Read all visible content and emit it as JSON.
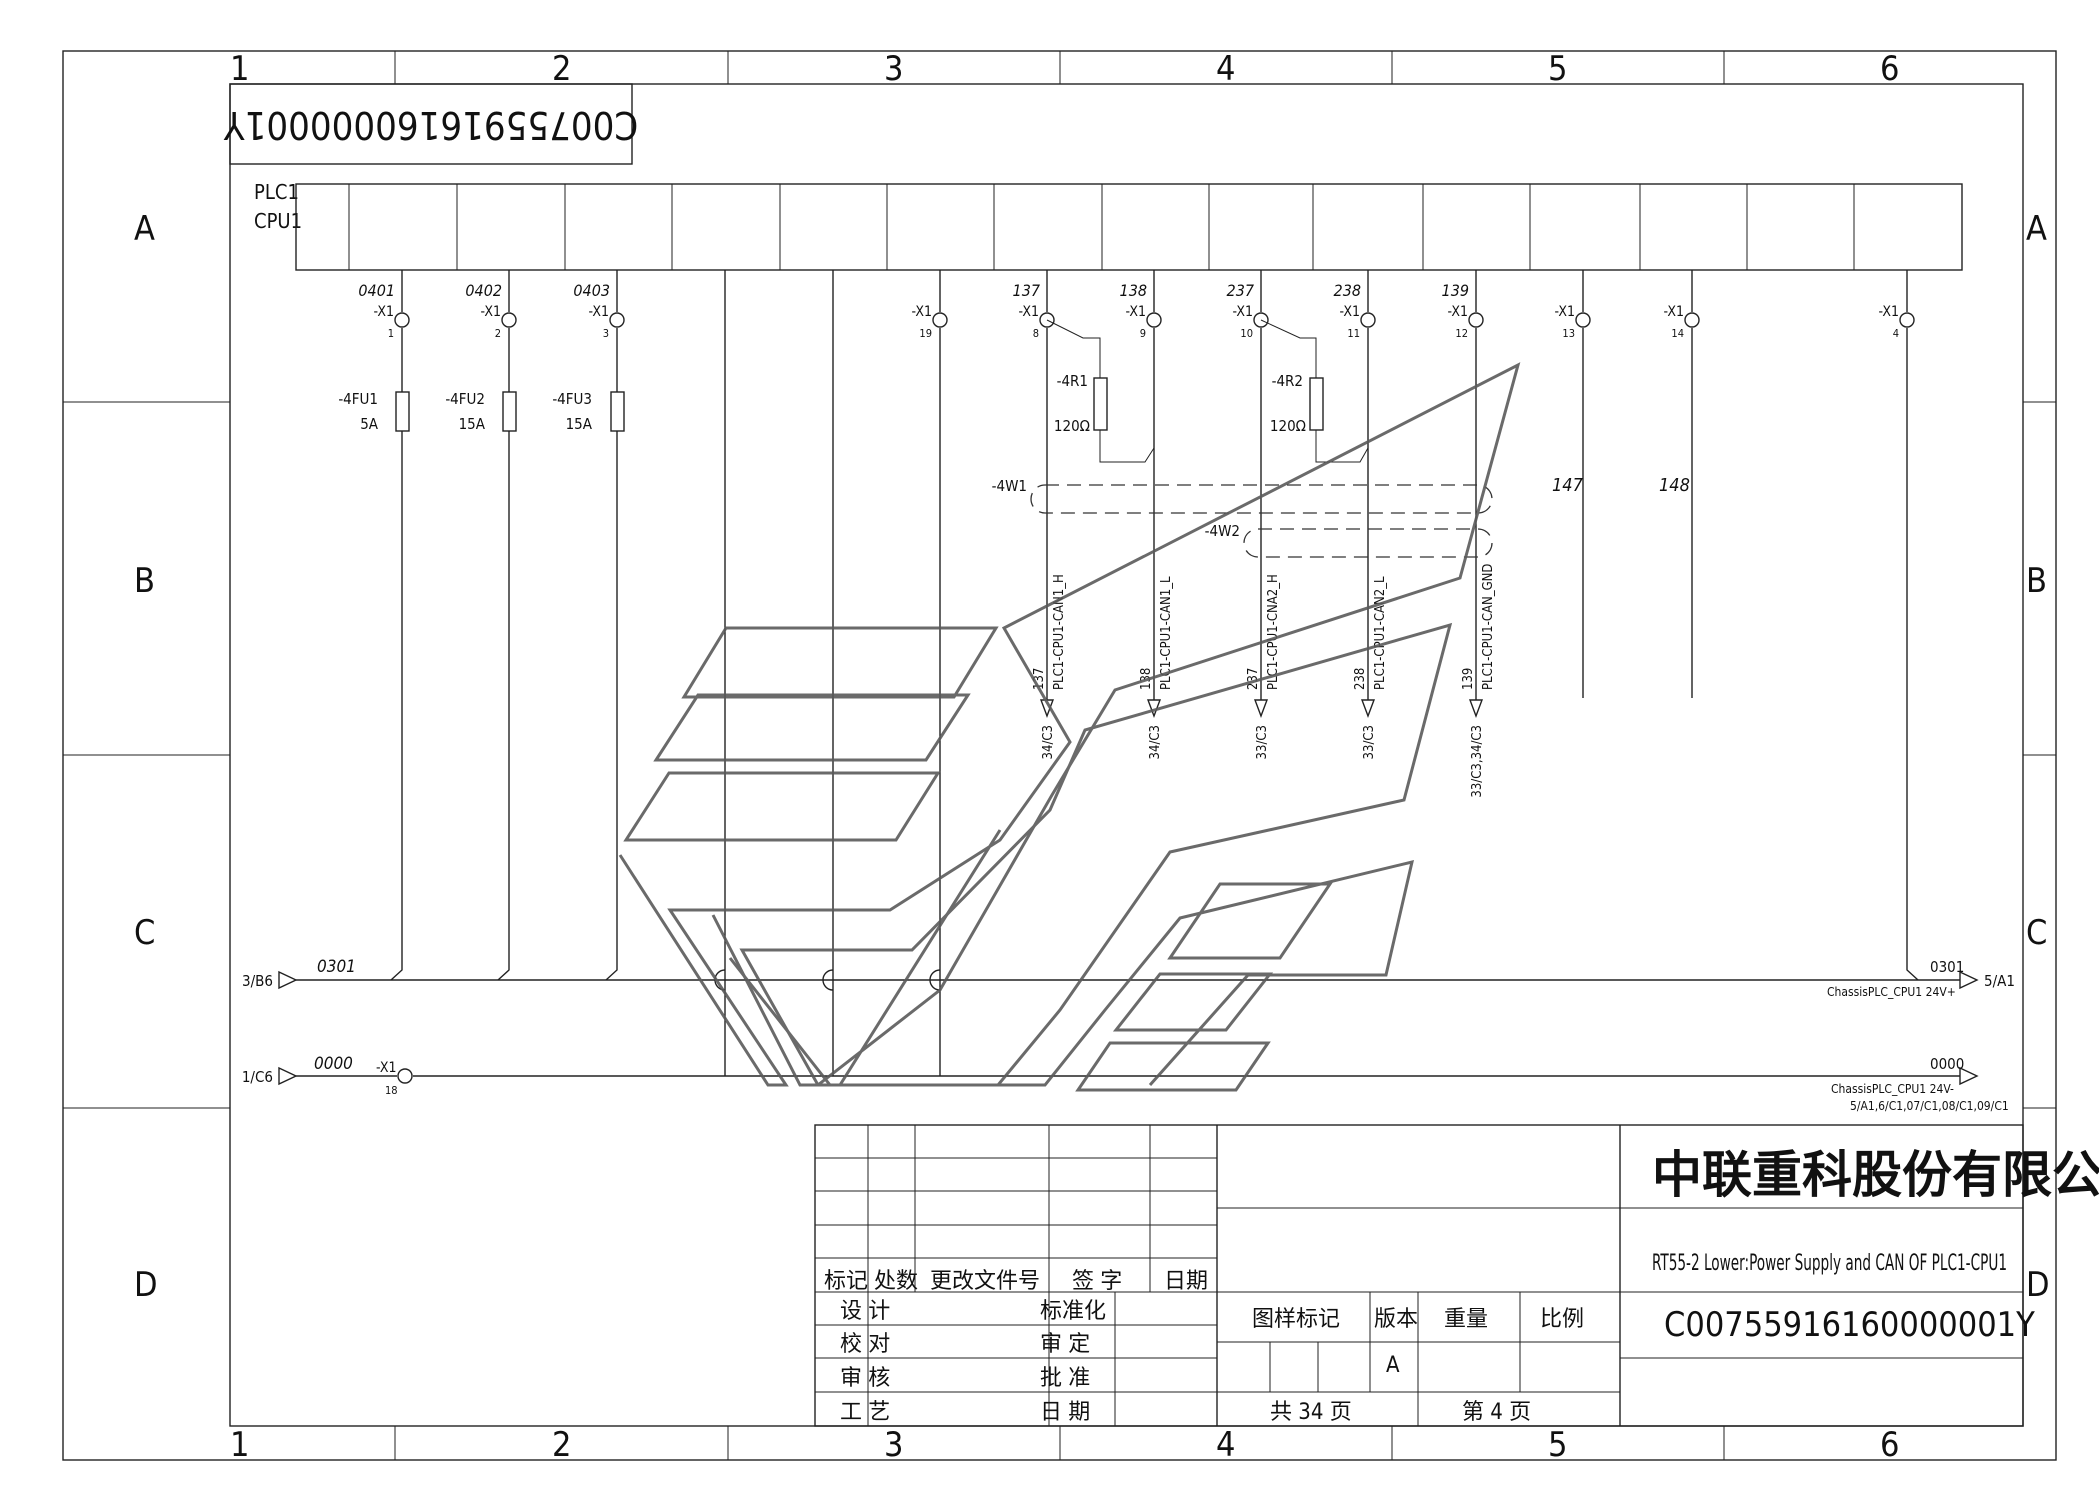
{
  "frame": {
    "columns": [
      "1",
      "2",
      "3",
      "4",
      "5",
      "6"
    ],
    "rows": [
      "A",
      "B",
      "C",
      "D"
    ]
  },
  "drawing_code_mirrored": "C00755916160000001Y",
  "plc": {
    "label_line1": "PLC1",
    "label_line2": "CPU1",
    "terminals": [
      {
        "wire": "0401",
        "conn": "-X1",
        "pin": "1"
      },
      {
        "wire": "0402",
        "conn": "-X1",
        "pin": "2"
      },
      {
        "wire": "0403",
        "conn": "-X1",
        "pin": "3"
      },
      {
        "wire": "",
        "conn": "-X1",
        "pin": "19"
      },
      {
        "wire": "137",
        "conn": "-X1",
        "pin": "8"
      },
      {
        "wire": "138",
        "conn": "-X1",
        "pin": "9"
      },
      {
        "wire": "237",
        "conn": "-X1",
        "pin": "10"
      },
      {
        "wire": "238",
        "conn": "-X1",
        "pin": "11"
      },
      {
        "wire": "139",
        "conn": "-X1",
        "pin": "12"
      },
      {
        "wire": "",
        "conn": "-X1",
        "pin": "13"
      },
      {
        "wire": "",
        "conn": "-X1",
        "pin": "14"
      },
      {
        "wire": "",
        "conn": "-X1",
        "pin": "4"
      }
    ]
  },
  "fuses": [
    {
      "name": "-4FU1",
      "rating": "5A"
    },
    {
      "name": "-4FU2",
      "rating": "15A"
    },
    {
      "name": "-4FU3",
      "rating": "15A"
    }
  ],
  "resistors": [
    {
      "name": "-4R1",
      "value": "120Ω"
    },
    {
      "name": "-4R2",
      "value": "120Ω"
    }
  ],
  "cables": [
    "-4W1",
    "-4W2"
  ],
  "can_signals": [
    {
      "num": "137",
      "signal": "PLC1-CPU1-CAN1_H",
      "ref": "34/C3"
    },
    {
      "num": "138",
      "signal": "PLC1-CPU1-CAN1_L",
      "ref": "34/C3"
    },
    {
      "num": "237",
      "signal": "PLC1-CPU1-CNA2_H",
      "ref": "33/C3"
    },
    {
      "num": "238",
      "signal": "PLC1-CPU1-CAN2_L",
      "ref": "33/C3"
    },
    {
      "num": "139",
      "signal": "PLC1-CPU1-CAN_GND",
      "ref": "33/C3,34/C3"
    }
  ],
  "spare_wires": [
    "147",
    "148"
  ],
  "rails": {
    "supply_in_ref": "3/B6",
    "supply_wire": "0301",
    "supply_out_wire": "0301",
    "supply_out_ref": "5/A1",
    "supply_name": "ChassisPLC_CPU1 24V+",
    "gnd_in_ref": "1/C6",
    "gnd_wire": "0000",
    "gnd_conn": "-X1",
    "gnd_pin": "18",
    "gnd_out_wire": "0000",
    "gnd_name": "ChassisPLC_CPU1 24V-",
    "gnd_xref": "5/A1,6/C1,07/C1,08/C1,09/C1"
  },
  "title_block": {
    "company": "中联重科股份有限公司",
    "drawing_title": "RT55-2 Lower:Power Supply and CAN OF PLC1-CPU1",
    "drawing_number": "C00755916160000001Y",
    "rev_headers": [
      "标记",
      "处数",
      "更改文件号",
      "签 字",
      "日期"
    ],
    "roles_left": [
      "设 计",
      "校 对",
      "审 核",
      "工 艺"
    ],
    "roles_right": [
      "标准化",
      "审 定",
      "批 准",
      "日 期"
    ],
    "info_headers": [
      "图样标记",
      "版本",
      "重量",
      "比例"
    ],
    "version": "A",
    "total_pages": "共 34 页",
    "page": "第 4 页"
  }
}
